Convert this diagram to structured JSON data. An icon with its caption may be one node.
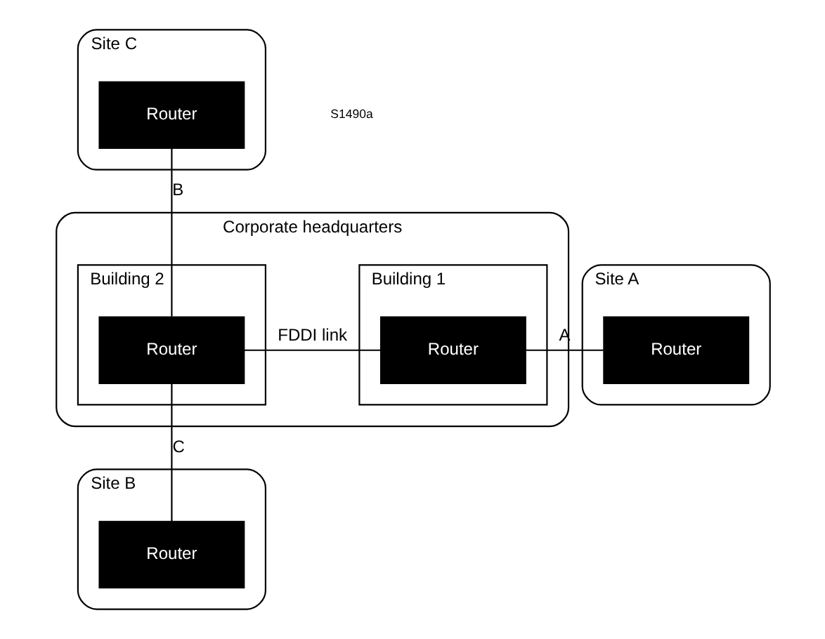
{
  "diagram": {
    "nodes": [
      {
        "text": [
          "Corporate headquarters"
        ]
      },
      {
        "text": [
          "Building 1"
        ],
        "in": 0
      },
      {
        "text": [
          "Router"
        ],
        "in": 1
      },
      {
        "text": [
          "Building 2"
        ],
        "in": 0
      },
      {
        "text": [
          "Router"
        ],
        "in": 3
      },
      {
        "text": [
          "Site A"
        ]
      },
      {
        "text": [
          "Router"
        ],
        "in": 5
      },
      {
        "text": [
          "Site C"
        ]
      },
      {
        "text": [
          "Router"
        ],
        "in": 7
      },
      {
        "text": [
          "Site B"
        ]
      },
      {
        "text": [
          "Router"
        ],
        "in": 9
      }
    ],
    "edges": [
      {
        "from": 6,
        "to": 2,
        "arrow": "none",
        "label": "A"
      },
      {
        "from": 2,
        "to": 4,
        "arrow": "none",
        "label": "FDDI link"
      },
      {
        "from": 8,
        "to": 4,
        "arrow": "none",
        "label": "B"
      },
      {
        "from": 4,
        "to": 10,
        "arrow": "none",
        "label": "C"
      }
    ],
    "labels": [
      "S1490a"
    ]
  }
}
